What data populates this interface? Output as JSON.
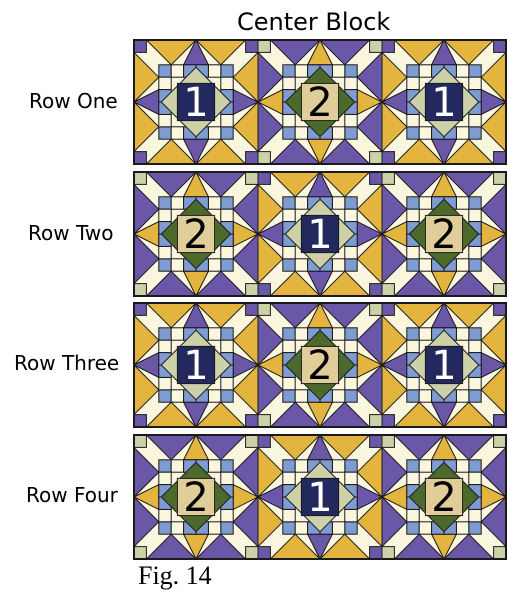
{
  "title": "Center Block",
  "caption": "Fig. 14",
  "colors": {
    "background": "#FBF6DE",
    "line": "#1a1a1a",
    "gold": "#E3B53F",
    "purple": "#6B57A8",
    "purple_light": "#8E82C4",
    "blue": "#7E9BD2",
    "sage": "#CCD1A8",
    "green": "#4D6A2C",
    "navy": "#23285F",
    "tan": "#E1CD9A"
  },
  "rows": [
    {
      "label": "Row One",
      "blocks": [
        "1",
        "2",
        "1"
      ]
    },
    {
      "label": "Row Two",
      "blocks": [
        "2",
        "1",
        "2"
      ]
    },
    {
      "label": "Row Three",
      "blocks": [
        "1",
        "2",
        "1"
      ]
    },
    {
      "label": "Row Four",
      "blocks": [
        "2",
        "1",
        "2"
      ]
    }
  ]
}
